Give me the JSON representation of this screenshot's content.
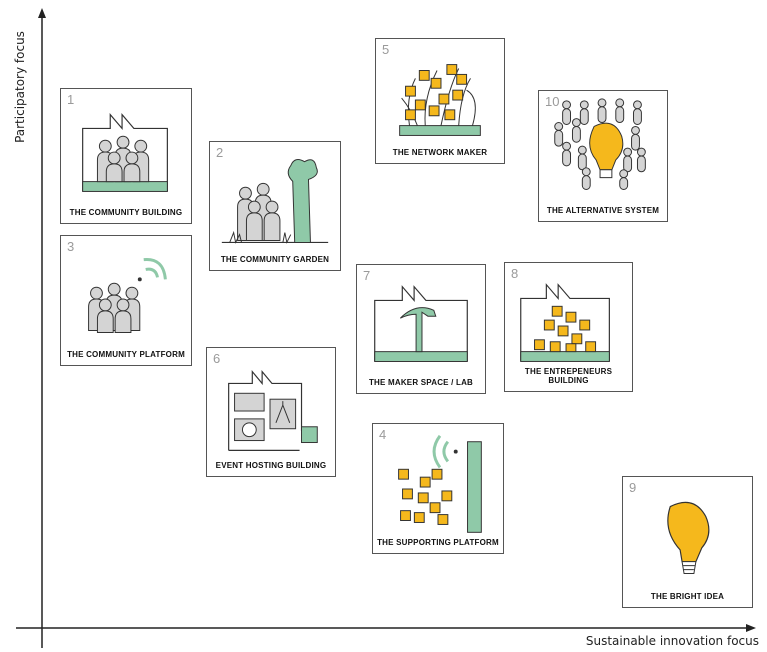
{
  "axes": {
    "y_label": "Participatory focus",
    "x_label": "Sustainable innovation focus"
  },
  "colors": {
    "green": "#8fc9a8",
    "yellow": "#f5b81c",
    "grey": "#d4d4d4",
    "outline": "#333333"
  },
  "cards": [
    {
      "number": "1",
      "title": "THE COMMUNITY BUILDING",
      "icon": "people-in-building-icon"
    },
    {
      "number": "2",
      "title": "THE COMMUNITY GARDEN",
      "icon": "people-with-tree-icon"
    },
    {
      "number": "3",
      "title": "THE COMMUNITY PLATFORM",
      "icon": "people-with-signal-icon"
    },
    {
      "number": "4",
      "title": "THE SUPPORTING PLATFORM",
      "icon": "squares-with-signal-icon"
    },
    {
      "number": "5",
      "title": "THE NETWORK MAKER",
      "icon": "network-squares-icon"
    },
    {
      "number": "6",
      "title": "EVENT HOSTING BUILDING",
      "icon": "event-building-icon"
    },
    {
      "number": "7",
      "title": "THE MAKER SPACE / LAB",
      "icon": "hammer-building-icon"
    },
    {
      "number": "8",
      "title": "THE ENTREPENEURS BUILDING",
      "icon": "squares-in-building-icon"
    },
    {
      "number": "9",
      "title": "THE BRIGHT IDEA",
      "icon": "lightbulb-icon"
    },
    {
      "number": "10",
      "title": "THE ALTERNATIVE SYSTEM",
      "icon": "people-with-lightbulb-icon"
    }
  ]
}
